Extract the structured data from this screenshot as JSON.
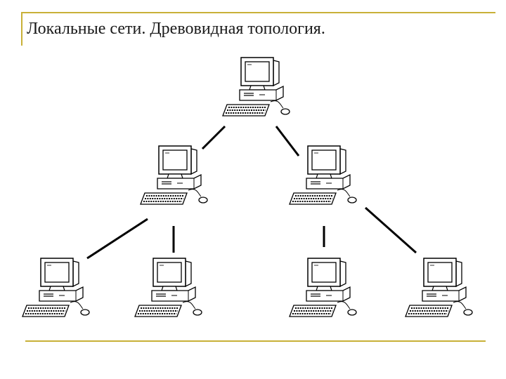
{
  "slide": {
    "title": "Локальные сети. Древовидная топология.",
    "accent_color": "#c8b037",
    "line_color": "#000000"
  },
  "diagram": {
    "type": "tree-topology",
    "node_icon": "desktop-computer-icon",
    "nodes": [
      {
        "id": "root",
        "level": 0
      },
      {
        "id": "mid-left",
        "level": 1
      },
      {
        "id": "mid-right",
        "level": 1
      },
      {
        "id": "leaf-1",
        "level": 2
      },
      {
        "id": "leaf-2",
        "level": 2
      },
      {
        "id": "leaf-3",
        "level": 2
      },
      {
        "id": "leaf-4",
        "level": 2
      }
    ],
    "links": [
      {
        "from": "root",
        "to": "mid-left"
      },
      {
        "from": "root",
        "to": "mid-right"
      },
      {
        "from": "mid-left",
        "to": "leaf-1"
      },
      {
        "from": "mid-left",
        "to": "leaf-2"
      },
      {
        "from": "mid-right",
        "to": "leaf-3"
      },
      {
        "from": "mid-right",
        "to": "leaf-4"
      }
    ]
  }
}
